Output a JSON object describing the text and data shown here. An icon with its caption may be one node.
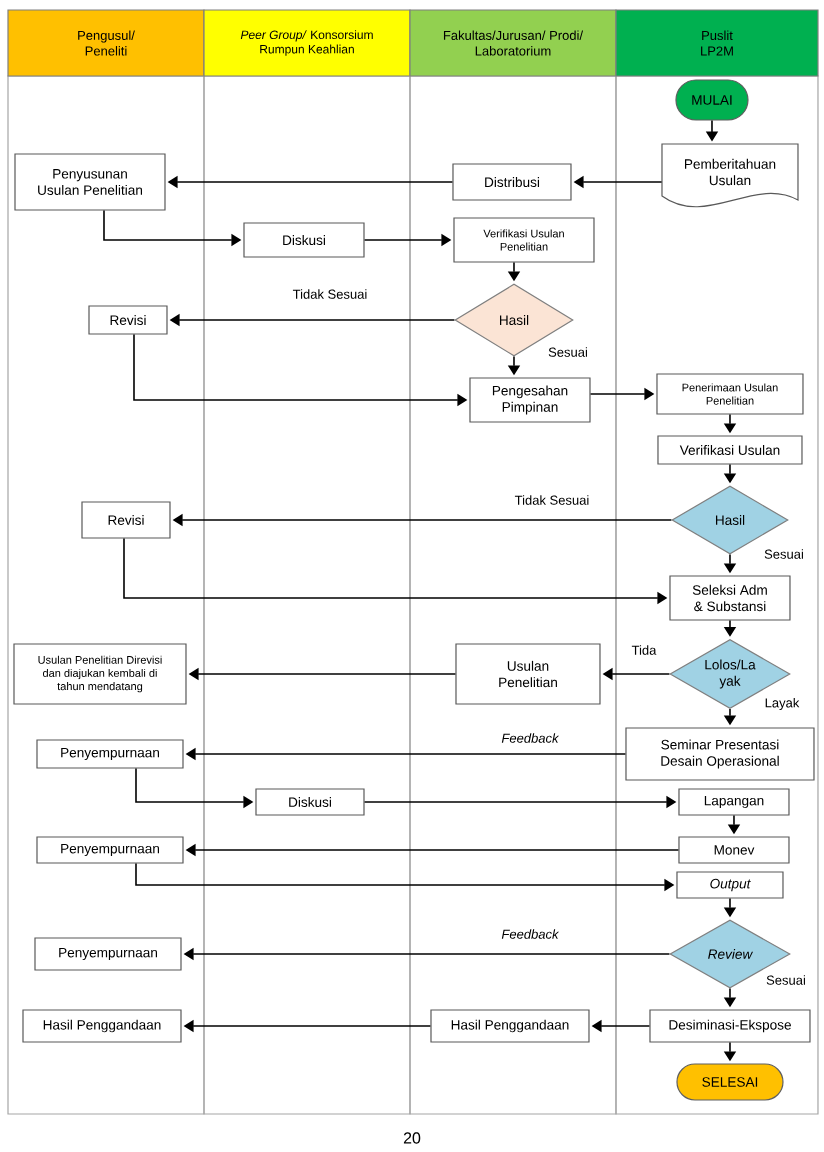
{
  "diagram": {
    "nodes": [
      {
        "text": [
          "Pengusul/ Peneliti"
        ]
      },
      {
        "text": [
          "*Peer Group/* Konsorsium Rumpun Keahlian"
        ]
      },
      {
        "text": [
          "Fakultas/Jurusan/ Prodi/ Laboratorium"
        ]
      },
      {
        "text": [
          "Puslit LP2M"
        ]
      },
      {
        "text": [
          "MULAI"
        ],
        "in": 3
      },
      {
        "text": [
          "Penyusunan Usulan Penelitian"
        ],
        "in": 0
      },
      {
        "text": [
          "Distribusi"
        ],
        "in": 2
      },
      {
        "text": [
          "Pemberitahuan Usulan"
        ],
        "in": 3
      },
      {
        "text": [
          "Diskusi"
        ],
        "in": 1
      },
      {
        "text": [
          "Verifikasi Usulan Penelitian"
        ],
        "in": 2
      },
      {
        "text": [
          "Revisi"
        ],
        "in": 0
      },
      {
        "text": [
          "Hasil"
        ],
        "in": 2
      },
      {
        "text": [
          "Pengesahan Pimpinan"
        ],
        "in": 2
      },
      {
        "text": [
          "Penerimaan Usulan Penelitian"
        ],
        "in": 3
      },
      {
        "text": [
          "Verifikasi Usulan"
        ],
        "in": 3
      },
      {
        "text": [
          "Revisi"
        ],
        "in": 0
      },
      {
        "text": [
          "Hasil"
        ],
        "in": 3
      },
      {
        "text": [
          "Seleksi Adm & Substansi"
        ],
        "in": 3
      },
      {
        "text": [
          "Usulan Penelitian Direvisi dan diajukan kembali di tahun mendatang"
        ],
        "in": 0
      },
      {
        "text": [
          "Usulan Penelitian"
        ],
        "in": 2
      },
      {
        "text": [
          "Lolos/La yak"
        ],
        "in": 3
      },
      {
        "text": [
          "Penyempurnaan"
        ],
        "in": 0
      },
      {
        "text": [
          "Seminar Presentasi Desain Operasional"
        ],
        "in": 3
      },
      {
        "text": [
          "Diskusi"
        ],
        "in": 1
      },
      {
        "text": [
          "Lapangan"
        ],
        "in": 3
      },
      {
        "text": [
          "Penyempurnaan"
        ],
        "in": 0
      },
      {
        "text": [
          "Monev"
        ],
        "in": 3
      },
      {
        "text": [
          "Output"
        ],
        "in": 3
      },
      {
        "text": [
          "Penyempurnaan"
        ],
        "in": 0
      },
      {
        "text": [
          "Review"
        ],
        "in": 3
      },
      {
        "text": [
          "Hasil Penggandaan"
        ],
        "in": 0
      },
      {
        "text": [
          "Hasil Penggandaan"
        ],
        "in": 2
      },
      {
        "text": [
          "Desiminasi-Ekspose"
        ],
        "in": 3
      },
      {
        "text": [
          "SELESAI"
        ],
        "in": 3
      }
    ],
    "edges": [
      {
        "from": 4,
        "to": 7,
        "arrow": "to"
      },
      {
        "from": 7,
        "to": 6,
        "arrow": "to"
      },
      {
        "from": 6,
        "to": 5,
        "arrow": "to"
      },
      {
        "from": 5,
        "to": 8,
        "arrow": "to"
      },
      {
        "from": 8,
        "to": 9,
        "arrow": "to"
      },
      {
        "from": 9,
        "to": 11,
        "arrow": "to"
      },
      {
        "from": 11,
        "to": 10,
        "arrow": "to",
        "label": "Tidak Sesuai"
      },
      {
        "from": 11,
        "to": 12,
        "arrow": "to",
        "label": "Sesuai"
      },
      {
        "from": 10,
        "to": 12,
        "arrow": "to"
      },
      {
        "from": 12,
        "to": 13,
        "arrow": "to"
      },
      {
        "from": 13,
        "to": 14,
        "arrow": "to"
      },
      {
        "from": 14,
        "to": 16,
        "arrow": "to"
      },
      {
        "from": 16,
        "to": 15,
        "arrow": "to",
        "label": "Tidak Sesuai"
      },
      {
        "from": 16,
        "to": 17,
        "arrow": "to",
        "label": "Sesuai"
      },
      {
        "from": 15,
        "to": 17,
        "arrow": "to"
      },
      {
        "from": 17,
        "to": 20,
        "arrow": "to"
      },
      {
        "from": 20,
        "to": 19,
        "arrow": "to",
        "label": "Tida"
      },
      {
        "from": 19,
        "to": 18,
        "arrow": "to"
      },
      {
        "from": 20,
        "to": 22,
        "arrow": "to",
        "label": "Layak"
      },
      {
        "from": 22,
        "to": 21,
        "arrow": "to",
        "label": "Feedback"
      },
      {
        "from": 21,
        "to": 23,
        "arrow": "to"
      },
      {
        "from": 23,
        "to": 24,
        "arrow": "to"
      },
      {
        "from": 24,
        "to": 26,
        "arrow": "to"
      },
      {
        "from": 26,
        "to": 25,
        "arrow": "to"
      },
      {
        "from": 25,
        "to": 27,
        "arrow": "to"
      },
      {
        "from": 27,
        "to": 29,
        "arrow": "to"
      },
      {
        "from": 29,
        "to": 28,
        "arrow": "to",
        "label": "Feedback"
      },
      {
        "from": 29,
        "to": 32,
        "arrow": "to",
        "label": "Sesuai"
      },
      {
        "from": 32,
        "to": 31,
        "arrow": "to"
      },
      {
        "from": 31,
        "to": 30,
        "arrow": "to"
      },
      {
        "from": 32,
        "to": 33,
        "arrow": "to"
      }
    ],
    "labels": [
      "20"
    ]
  }
}
